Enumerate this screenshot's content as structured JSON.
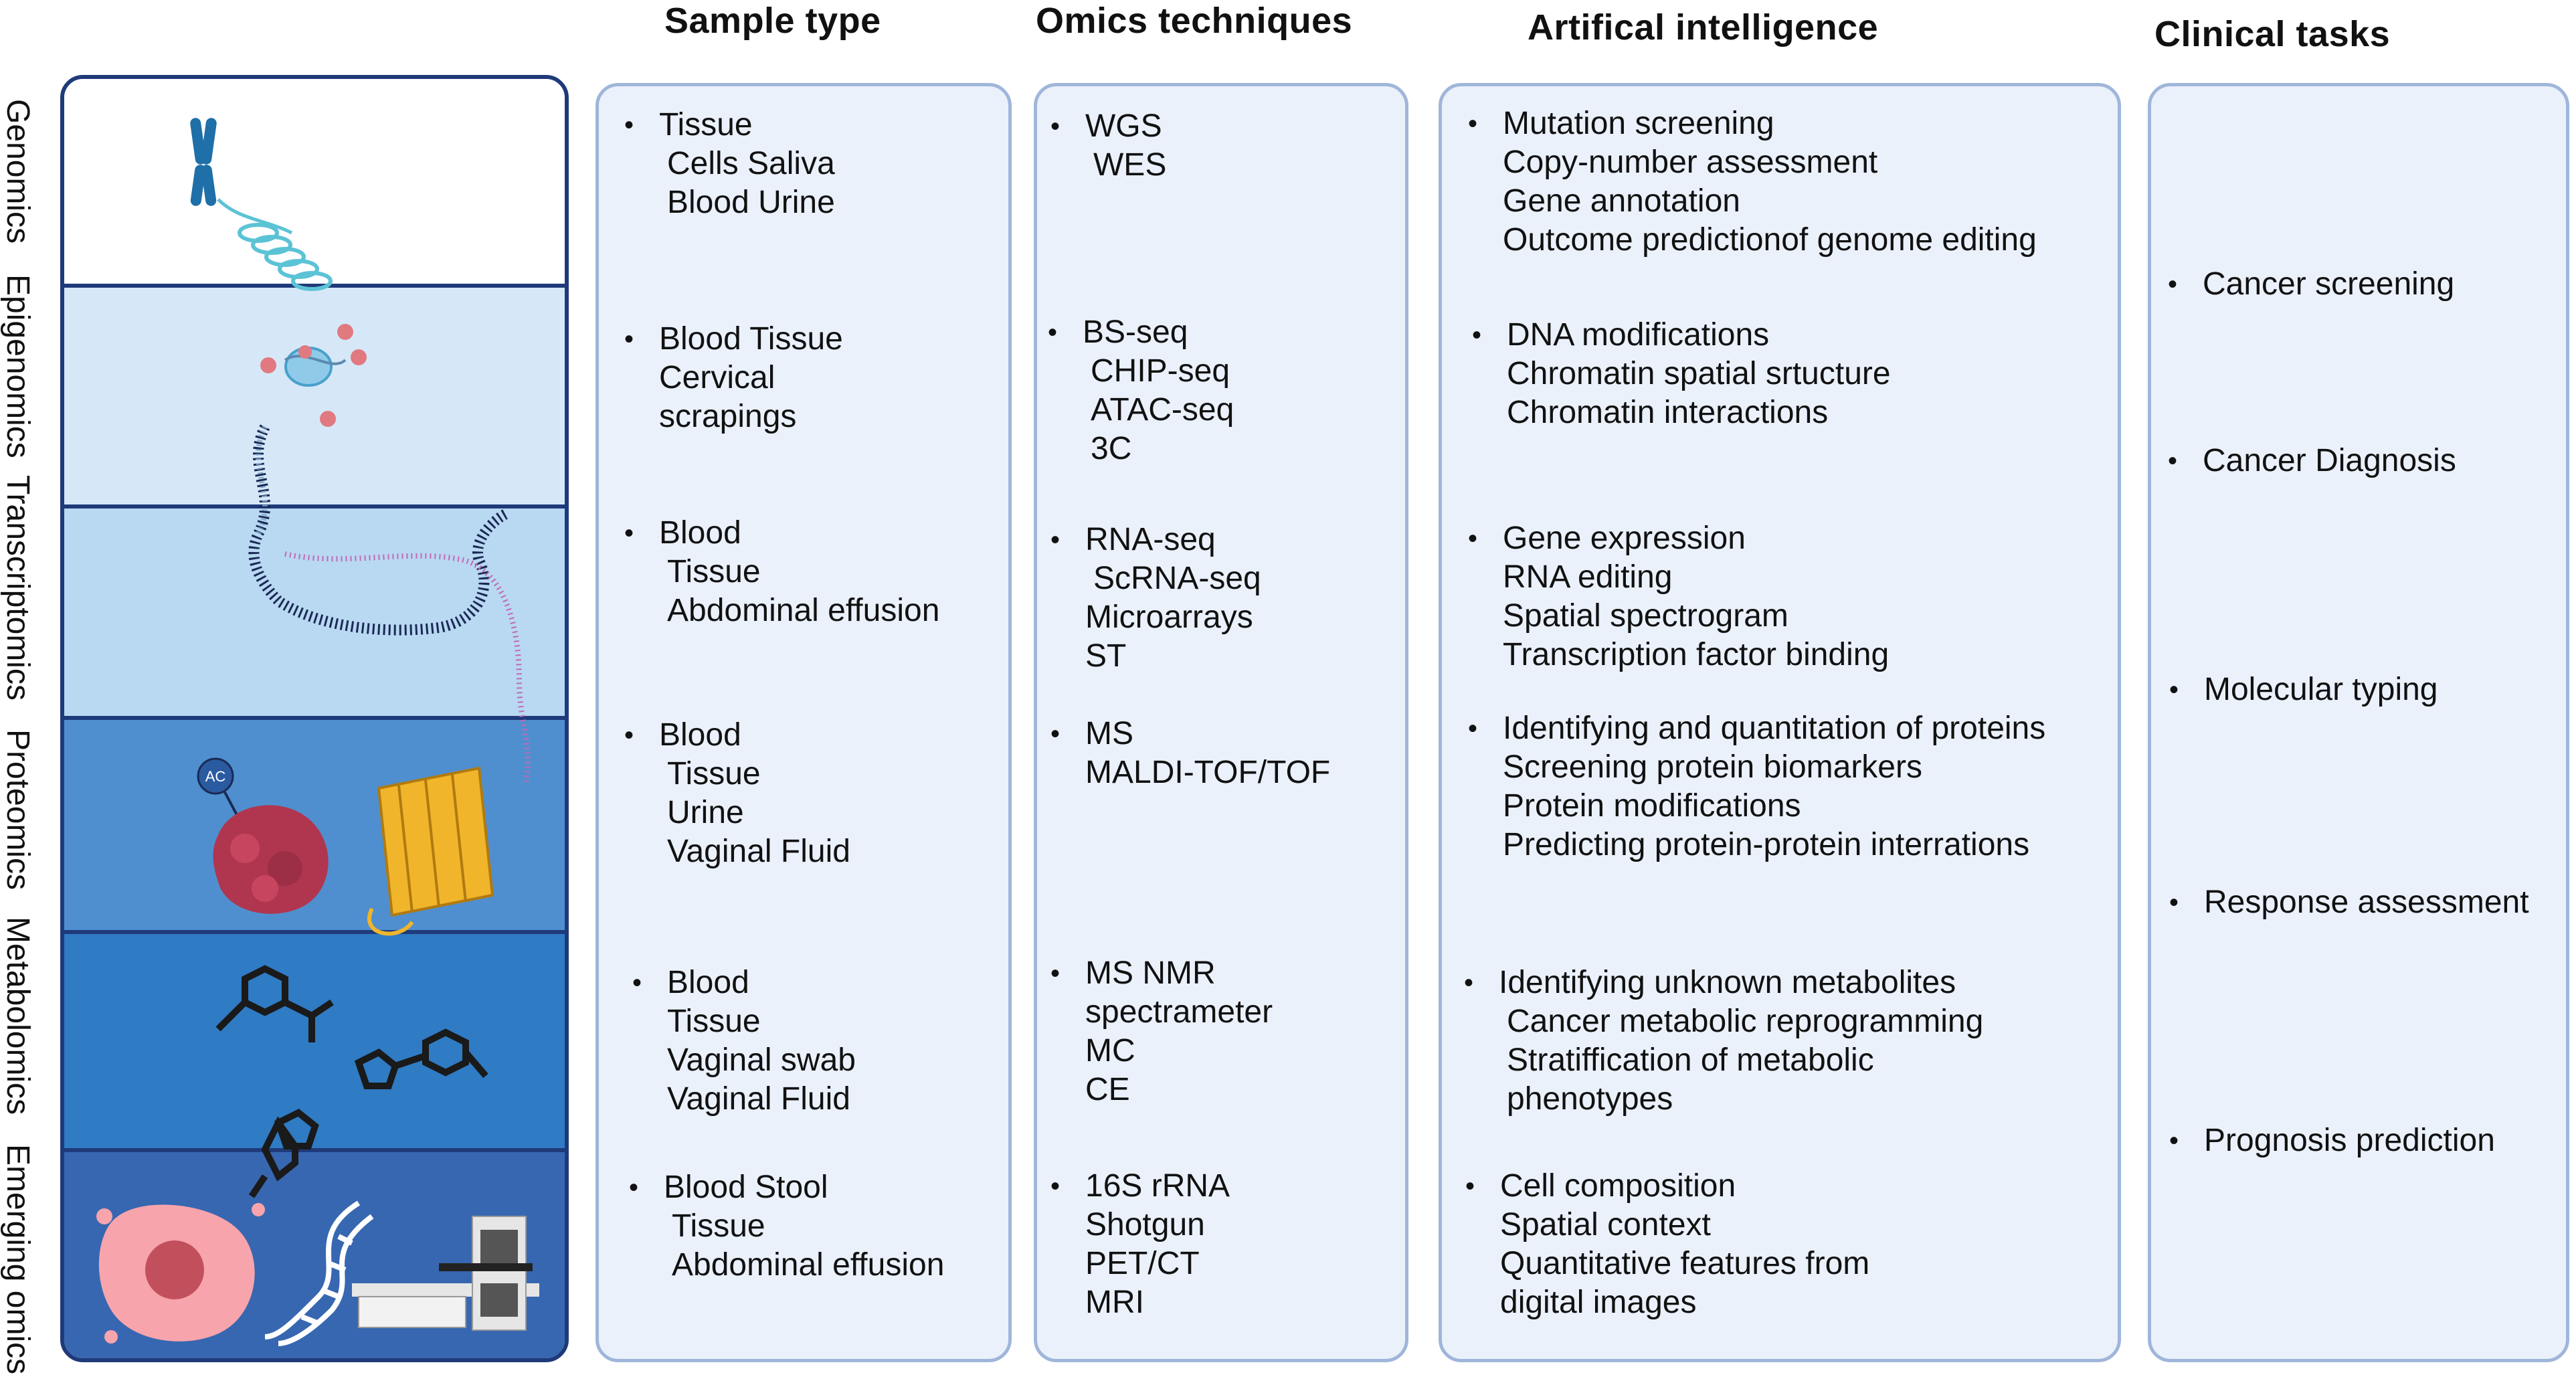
{
  "headers": {
    "sample_type": "Sample type",
    "omics_techniques": "Omics techniques",
    "artificial_intelligence": "Artifical intelligence",
    "clinical_tasks": "Clinical tasks"
  },
  "row_labels": [
    "Genomics",
    "Epigenomics",
    "Transcriptomics",
    "Proteomics",
    "Metabolomics",
    "Emerging omics"
  ],
  "band_colors": [
    "#ffffff",
    "#d6e8f8",
    "#b9d8f2",
    "#4f8fcf",
    "#2f7bc4",
    "#3767b0"
  ],
  "sample_type": [
    {
      "lines": [
        "Tissue",
        "Cells Saliva",
        "Blood  Urine"
      ]
    },
    {
      "lines": [
        "Blood Tissue",
        "Cervical",
        "scrapings"
      ]
    },
    {
      "lines": [
        "Blood",
        "Tissue",
        "Abdominal  effusion"
      ]
    },
    {
      "lines": [
        "Blood",
        "Tissue",
        "Urine",
        "Vaginal Fluid"
      ]
    },
    {
      "lines": [
        "Blood",
        "Tissue",
        "Vaginal swab",
        "Vaginal Fluid"
      ]
    },
    {
      "lines": [
        "Blood  Stool",
        "Tissue",
        "Abdominal effusion"
      ]
    }
  ],
  "omics_techniques": [
    {
      "lines": [
        "WGS",
        "WES"
      ]
    },
    {
      "lines": [
        "BS-seq",
        "CHIP-seq",
        "ATAC-seq",
        "3C"
      ]
    },
    {
      "lines": [
        "RNA-seq",
        "ScRNA-seq",
        "Microarrays",
        "ST"
      ]
    },
    {
      "lines": [
        "MS",
        "MALDI-TOF/TOF"
      ]
    },
    {
      "lines": [
        "MS NMR",
        "spectrameter",
        "MC",
        "CE"
      ]
    },
    {
      "lines": [
        "16S rRNA",
        "Shotgun",
        "PET/CT",
        "MRI"
      ]
    }
  ],
  "artificial_intelligence": [
    {
      "lines": [
        "Mutation screening",
        "Copy-number assessment",
        "Gene annotation",
        "Outcome predictionof genome editing"
      ]
    },
    {
      "lines": [
        "DNA modifications",
        "Chromatin spatial srtucture",
        "Chromatin interactions"
      ]
    },
    {
      "lines": [
        "Gene expression",
        "RNA editing",
        "Spatial spectrogram",
        "Transcription factor binding"
      ]
    },
    {
      "lines": [
        "Identifying and quantitation of proteins",
        "Screening protein biomarkers",
        "Protein modifications",
        "Predicting protein-protein interrations"
      ]
    },
    {
      "lines": [
        "Identifying unknown metabolites",
        "Cancer metabolic reprogramming",
        "Stratiffication of metabolic",
        " phenotypes"
      ]
    },
    {
      "lines": [
        "Cell composition",
        "Spatial context",
        "Quantitative features from",
        "digital  images"
      ]
    }
  ],
  "clinical_tasks": [
    "Cancer screening",
    "Cancer Diagnosis",
    "Molecular typing",
    "Response assessment",
    "Prognosis prediction"
  ],
  "bullet_symbol": "•",
  "icons": [
    "chromosome-icon",
    "nucleosome-icon",
    "dna-rna-helix-icon",
    "acetyl-protein-icon",
    "beta-barrel-protein-icon",
    "metabolite-molecule-icon",
    "tumor-cell-icon",
    "dna-helix-icon",
    "imaging-scanner-icon"
  ]
}
